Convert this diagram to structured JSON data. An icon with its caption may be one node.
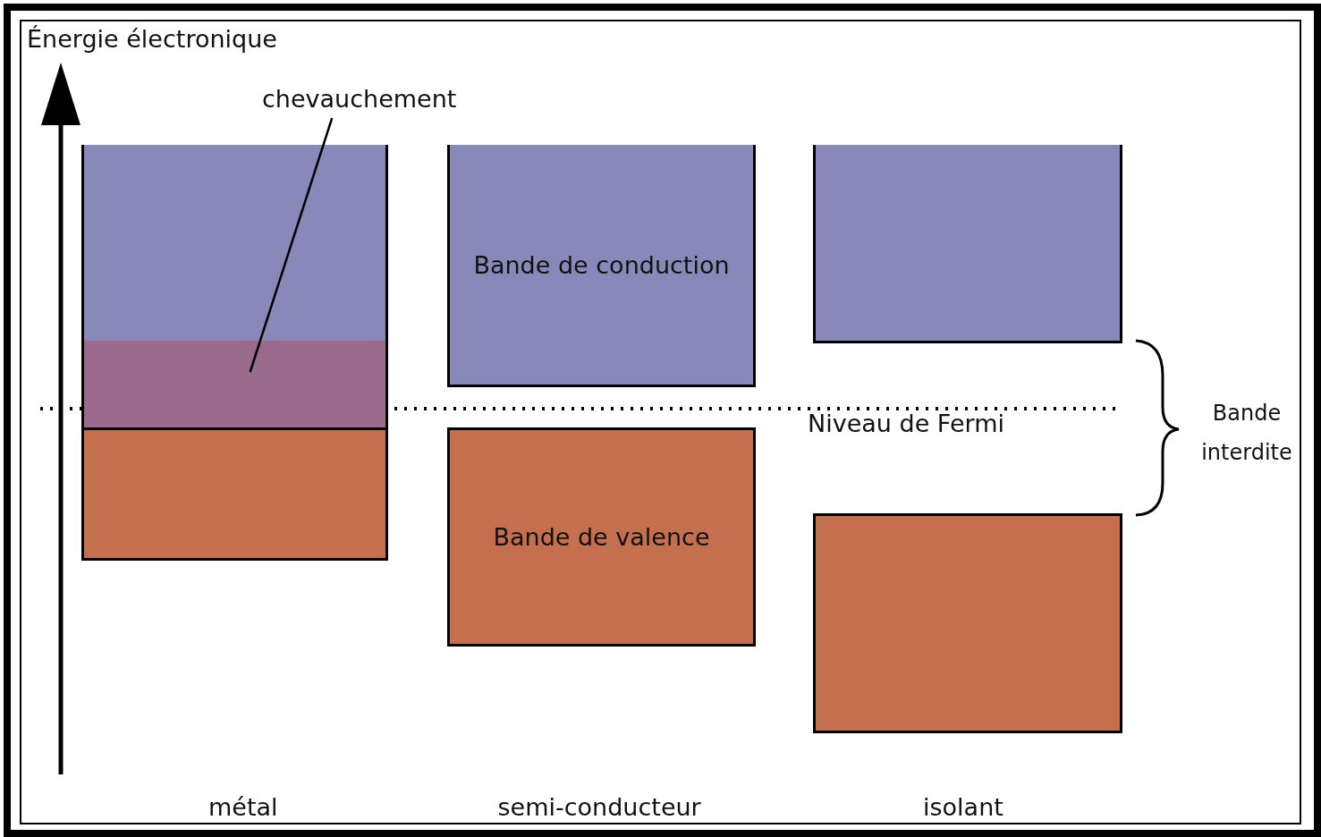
{
  "diagram": {
    "nodes": [
      {
        "text": [
          "chevauchement"
        ]
      },
      {
        "text": [],
        "shape": "box"
      },
      {
        "text": [],
        "shape": "box"
      },
      {
        "text": [],
        "shape": "box"
      },
      {
        "text": [
          "Bande de conduction"
        ]
      },
      {
        "text": [
          "Bande de valence"
        ]
      },
      {
        "text": [],
        "shape": "box"
      },
      {
        "text": [],
        "shape": "box"
      }
    ],
    "edges": [
      {
        "from": 0,
        "to": 2,
        "arrow": "none"
      }
    ],
    "labels": [
      "Énergie électronique",
      "Niveau de Fermi",
      "Bande interdite",
      "métal",
      "semi-conducteur",
      "isolant"
    ]
  }
}
